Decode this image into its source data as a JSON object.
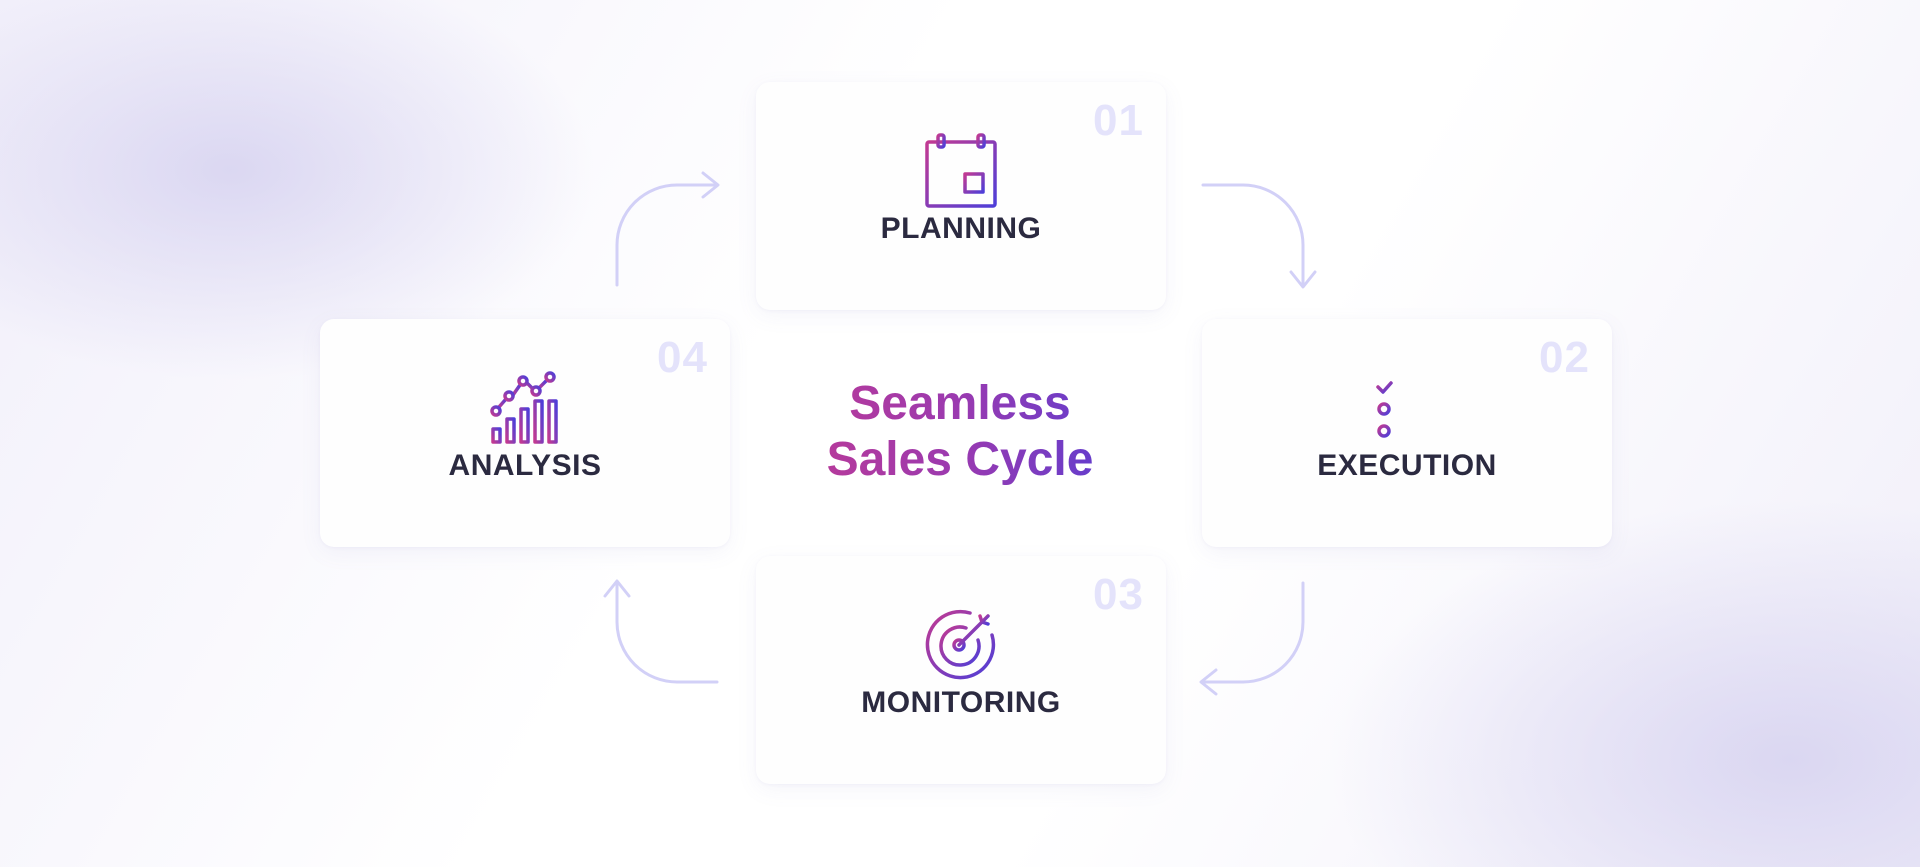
{
  "title": {
    "line1": "Seamless",
    "line2": "Sales Cycle"
  },
  "steps": [
    {
      "number": "01",
      "label": "PLANNING",
      "icon": "calendar-icon"
    },
    {
      "number": "02",
      "label": "EXECUTION",
      "icon": "checklist-icon"
    },
    {
      "number": "03",
      "label": "MONITORING",
      "icon": "target-icon"
    },
    {
      "number": "04",
      "label": "ANALYSIS",
      "icon": "growth-chart-icon"
    }
  ],
  "colors": {
    "gradient_start": "#c23a92",
    "gradient_end": "#4e3ed8",
    "label_text": "#2b2a40",
    "number_text": "#e4e3fb",
    "arrow": "#d2d0f7"
  }
}
